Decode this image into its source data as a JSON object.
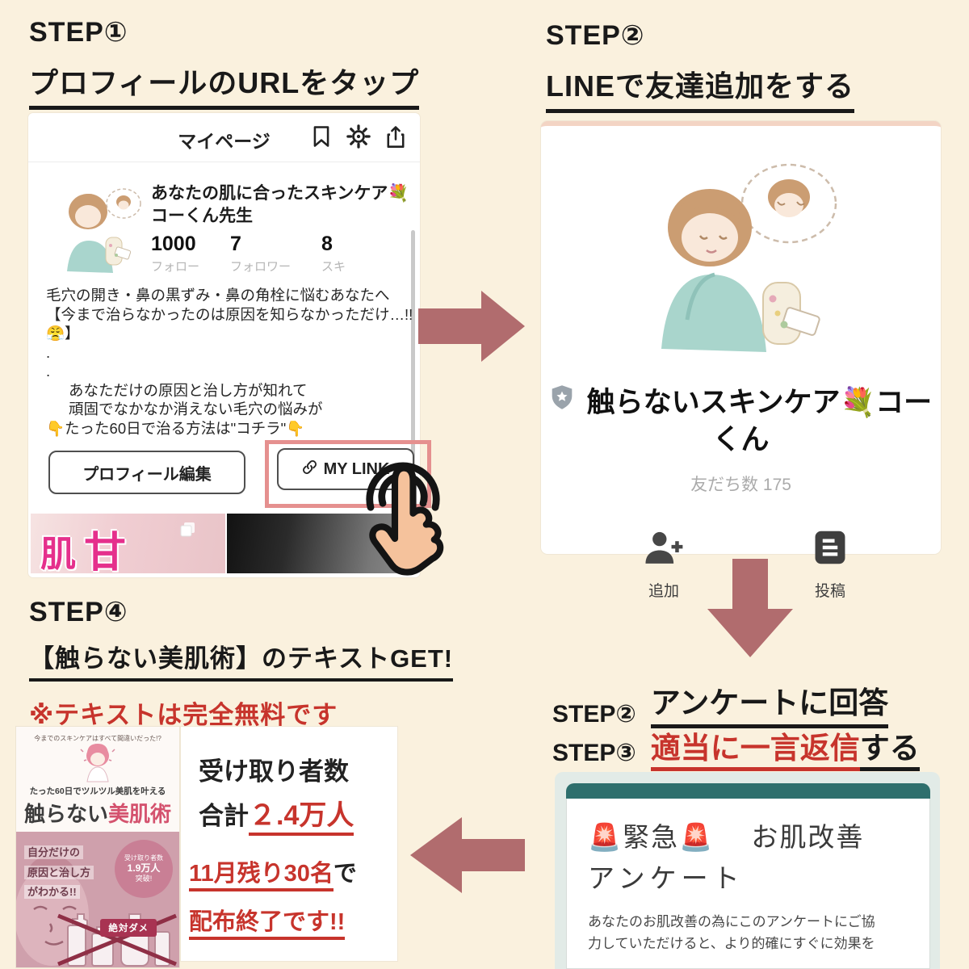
{
  "colors": {
    "background": "#faf1de",
    "arrow": "#b16c6e",
    "accent_red": "#c7342c",
    "highlight_pink": "#e5908f",
    "survey_teal": "#2e6f6d",
    "survey_bg": "#e2ebe7",
    "book_pink": "#cfa0ac",
    "book_title_pink": "#d4526e",
    "thumb_text_pink": "#e5308c"
  },
  "step1": {
    "label": "STEP①",
    "title": "プロフィールのURLをタップ"
  },
  "mypage": {
    "nav_title": "マイページ",
    "name_line1": "あなたの肌に合ったスキンケア💐",
    "name_line2": "コーくん先生",
    "stats": [
      {
        "value": "1000",
        "label": "フォロー"
      },
      {
        "value": "7",
        "label": "フォロワー"
      },
      {
        "value": "8",
        "label": "スキ"
      }
    ],
    "bio_lines": [
      "毛穴の開き・鼻の黒ずみ・鼻の角栓に悩むあなたへ",
      "【今まで治らなかったのは原因を知らなかっただけ…!!",
      "😤】",
      ".",
      ".",
      "あなただけの原因と治し方が知れて",
      "頑固でなかなか消えない毛穴の悩みが",
      "👇たった60日で治る方法は\"コチラ\"👇"
    ],
    "edit_button": "プロフィール編集",
    "mylink_button": "MY LINK",
    "thumb1_char1": "肌",
    "thumb1_char2": "甘"
  },
  "step2": {
    "label": "STEP②",
    "title": "LINEで友達追加をする"
  },
  "line_card": {
    "name": "触らないスキンケア💐コーくん",
    "friends": "友だち数 175",
    "add_label": "追加",
    "post_label": "投稿"
  },
  "step2b": {
    "label": "STEP②",
    "title": "アンケートに回答"
  },
  "step3": {
    "label": "STEP③",
    "title_red": "適当に一言返信",
    "title_suffix": "する"
  },
  "survey": {
    "heading_line1": "🚨緊急🚨　 お肌改善",
    "heading_line2": "アンケート",
    "body_line1": "あなたのお肌改善の為にこのアンケートにご協",
    "body_line2": "力していただけると、より的確にすぐに効果を"
  },
  "step4": {
    "label": "STEP④",
    "title": "【触らない美肌術】のテキストGET!",
    "note": "※テキストは完全無料です"
  },
  "book": {
    "top_caption": "今までのスキンケアはすべて間違いだった!?",
    "subtitle": "たった60日でツルツル美肌を叶える",
    "title_dark": "触らない",
    "title_pink": "美肌術",
    "left_line1": "自分だけの",
    "left_line2": "原因と治し方",
    "left_line3": "がわかる!!",
    "badge_line1": "受け取り者数",
    "badge_line2": "1.9万人",
    "badge_line3": "突破!",
    "dame_label": "絶対ダメ"
  },
  "panel": {
    "line1": "受け取り者数",
    "line2_black": "合計",
    "line2_red": "２.4万人",
    "line3_red": "11月残り30名",
    "line3_suffix": "で",
    "line4": "配布終了です!!"
  }
}
